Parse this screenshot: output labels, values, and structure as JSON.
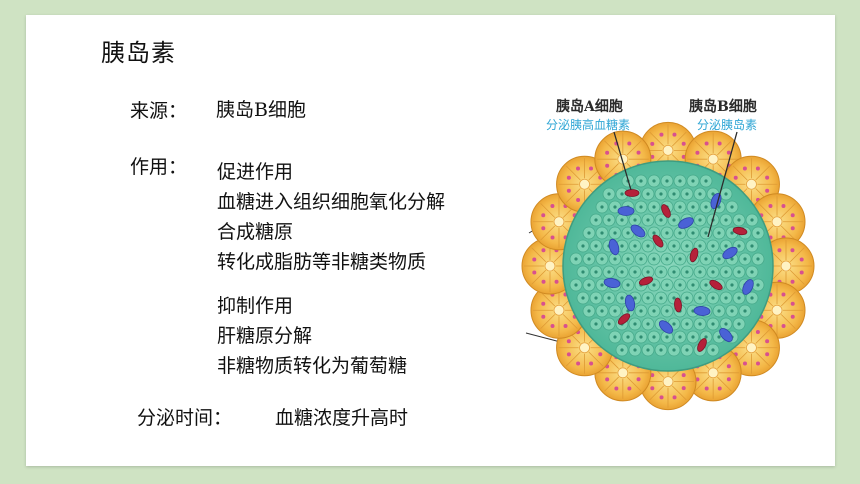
{
  "title": "胰岛素",
  "source": {
    "label": "来源：",
    "value": "胰岛B细胞"
  },
  "function": {
    "label": "作用：",
    "promote": [
      "促进作用",
      "血糖进入组织细胞氧化分解",
      "合成糖原",
      "转化成脂肪等非糖类物质"
    ],
    "inhibit": [
      "抑制作用",
      "肝糖原分解",
      "非糖物质转化为葡萄糖"
    ]
  },
  "secretion_time": {
    "label": "分泌时间：",
    "value": "血糖浓度升高时"
  },
  "diagram": {
    "a_cell_title": "胰岛A细胞",
    "a_cell_sub": "分泌胰高血糖素",
    "b_cell_title": "胰岛B细胞",
    "b_cell_sub": "分泌胰岛素"
  },
  "colors": {
    "background": "#cfe3c3",
    "caption_blue": "#2fa6d5",
    "acinar_orange": "#f4b848",
    "islet_green": "#66c7a7",
    "a_cell_blue": "#4a62d6",
    "capillary_red": "#b5213a"
  }
}
